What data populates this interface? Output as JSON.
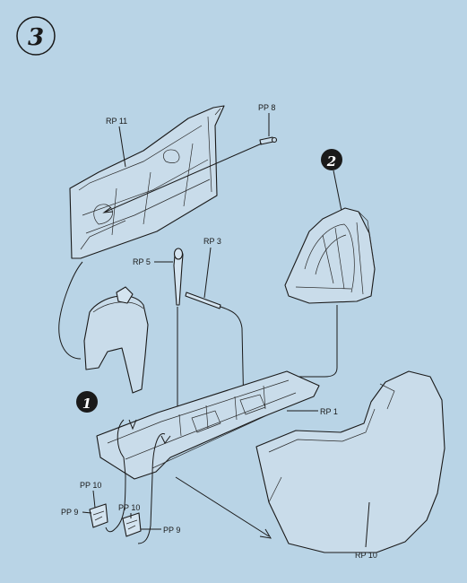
{
  "step": {
    "number": "3"
  },
  "callouts": {
    "sub_a": "1",
    "sub_b": "2"
  },
  "labels": {
    "rp11": "RP 11",
    "pp8": "PP 8",
    "rp3": "RP 3",
    "rp5": "RP 5",
    "rp1": "RP 1",
    "pp10_a": "PP 10",
    "pp9_a": "PP 9",
    "pp10_b": "PP 10",
    "pp9_b": "PP 9",
    "rp10": "RP 10"
  },
  "colors": {
    "background": "#b9d4e6",
    "ink": "#1a1a1a",
    "callout_fill": "#1a1a1a"
  }
}
